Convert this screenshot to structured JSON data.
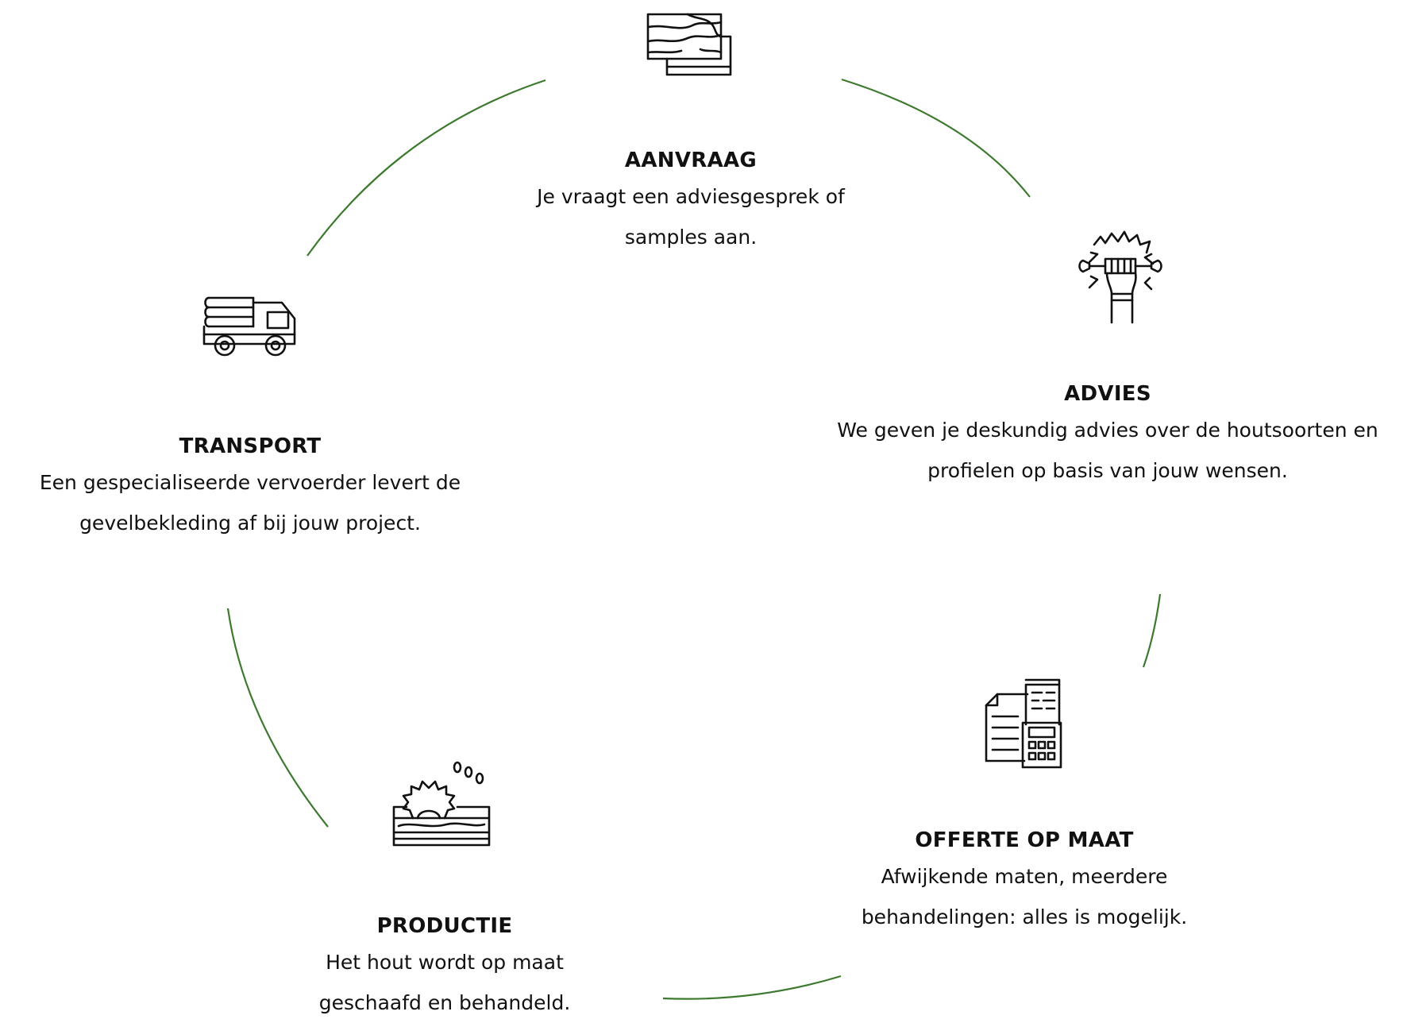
{
  "colors": {
    "ring": "#3d7a2f",
    "text": "#111111",
    "background": "#ffffff"
  },
  "steps": [
    {
      "id": "aanvraag",
      "icon": "wood-planks-icon",
      "title": "AANVRAAG",
      "lines": [
        "Je vraagt een adviesgesprek of",
        "samples aan."
      ]
    },
    {
      "id": "advies",
      "icon": "fist-wrench-icon",
      "title": "ADVIES",
      "lines": [
        "We geven je deskundig advies over de houtsoorten en",
        "profielen op basis van jouw wensen."
      ]
    },
    {
      "id": "offerte",
      "icon": "calculator-invoice-icon",
      "title": "OFFERTE OP MAAT",
      "lines": [
        "Afwijkende maten, meerdere",
        "behandelingen: alles is mogelijk."
      ]
    },
    {
      "id": "productie",
      "icon": "circular-saw-icon",
      "title": "PRODUCTIE",
      "lines": [
        "Het hout wordt op maat",
        "geschaafd en behandeld."
      ]
    },
    {
      "id": "transport",
      "icon": "timber-truck-icon",
      "title": "TRANSPORT",
      "lines": [
        "Een gespecialiseerde vervoerder levert de",
        "gevelbekleding af bij jouw project."
      ]
    }
  ]
}
